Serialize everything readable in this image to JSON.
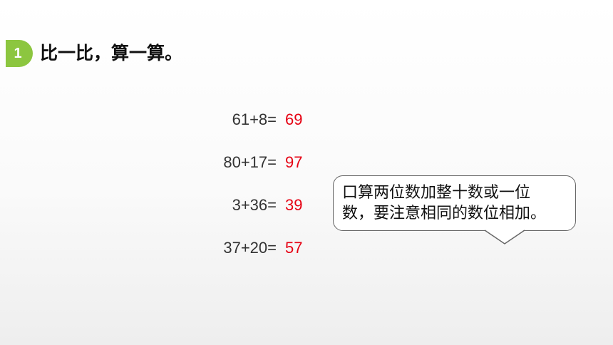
{
  "header": {
    "badge_number": "1",
    "title": "比一比，算一算。"
  },
  "problems": [
    {
      "expression": "61+8=",
      "answer": "69"
    },
    {
      "expression": "80+17=",
      "answer": "97"
    },
    {
      "expression": "3+36=",
      "answer": "39"
    },
    {
      "expression": "37+20=",
      "answer": "57"
    }
  ],
  "tip": {
    "line1": "口算两位数加整十数或一位",
    "line2": "数，要注意相同的数位相加。"
  },
  "colors": {
    "badge": "#8cc63f",
    "answer": "#e60012"
  }
}
